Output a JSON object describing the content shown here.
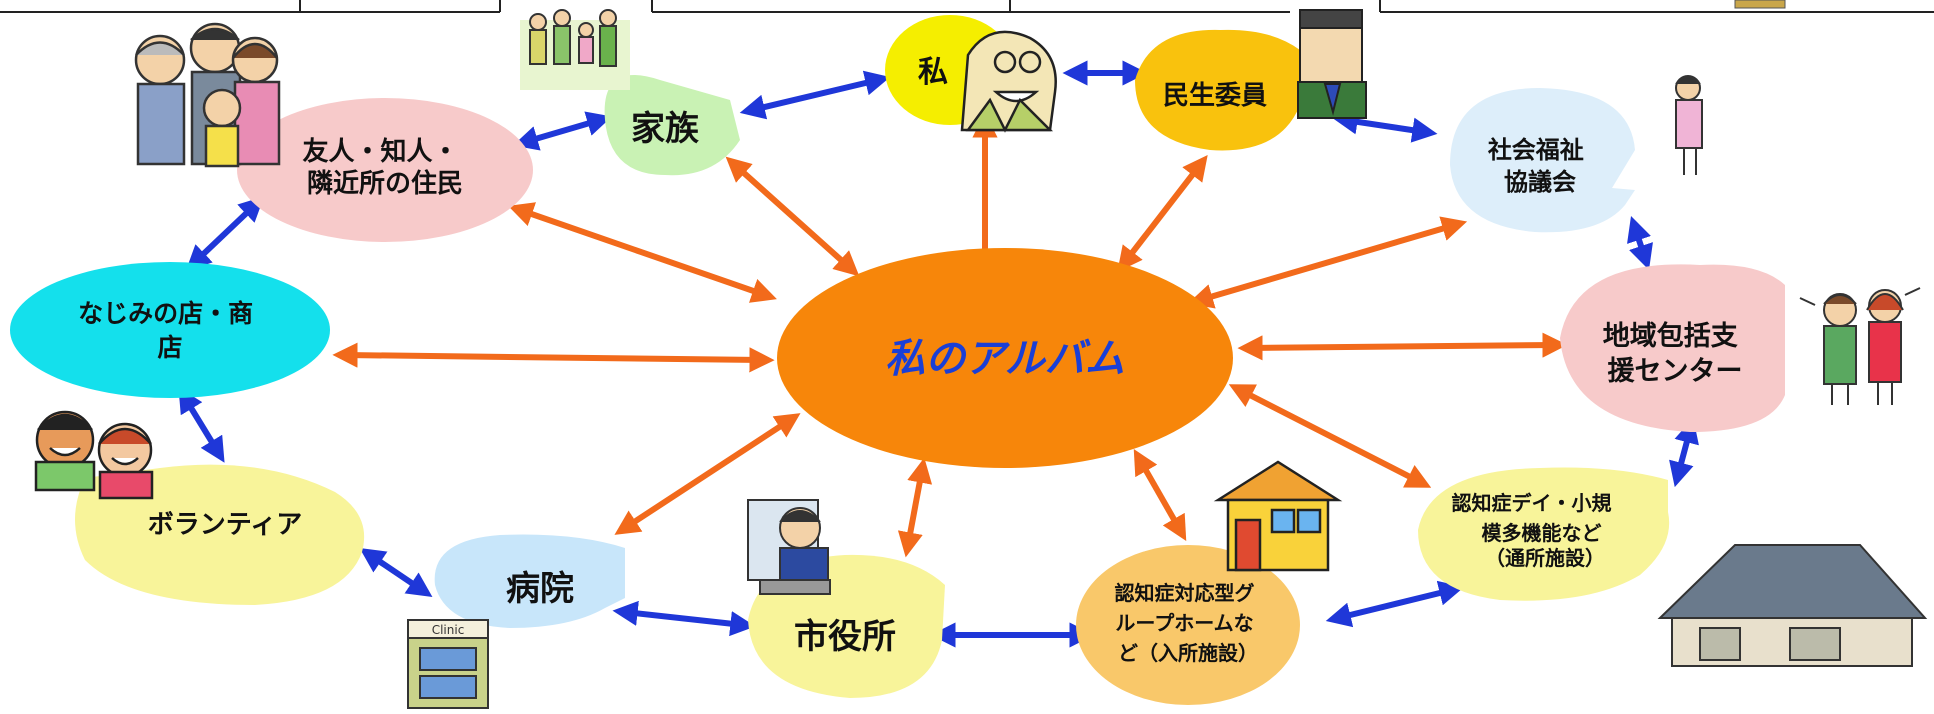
{
  "diagram": {
    "center": {
      "label": "私のアルバム",
      "color": "#f7860a"
    },
    "nodes": {
      "me": {
        "label": "私",
        "color": "#f5ee00"
      },
      "family": {
        "label": "家族",
        "color": "#c9f2b4"
      },
      "welfare_commissioner": {
        "label": "民生委員",
        "color": "#f9c20d"
      },
      "friends": {
        "lines": [
          "友人・知人・",
          "隣近所の住民"
        ],
        "color": "#f7caca"
      },
      "social_welfare_council": {
        "lines": [
          "社会福祉",
          "協議会"
        ],
        "color": "#ddeefa"
      },
      "shop": {
        "lines": [
          "なじみの店・商",
          "店"
        ],
        "color": "#14e0ec"
      },
      "support_center": {
        "lines": [
          "地域包括支",
          "援センター"
        ],
        "color": "#f7caca"
      },
      "volunteer": {
        "label": "ボランティア",
        "color": "#f8f49a"
      },
      "dementia_day": {
        "lines": [
          "認知症デイ・小規",
          "模多機能など",
          "（通所施設）"
        ],
        "color": "#f8f49a"
      },
      "hospital": {
        "label": "病院",
        "color": "#c8e6fa"
      },
      "city_hall": {
        "label": "市役所",
        "color": "#f8f49a"
      },
      "group_home": {
        "lines": [
          "認知症対応型グ",
          "ループホームな",
          "ど（入所施設）"
        ],
        "color": "#f9c86a"
      }
    },
    "clinic_sign": "Clinic",
    "arrow_colors": {
      "to_center": "#f26a1b",
      "between_nodes": "#1f37d8"
    }
  }
}
